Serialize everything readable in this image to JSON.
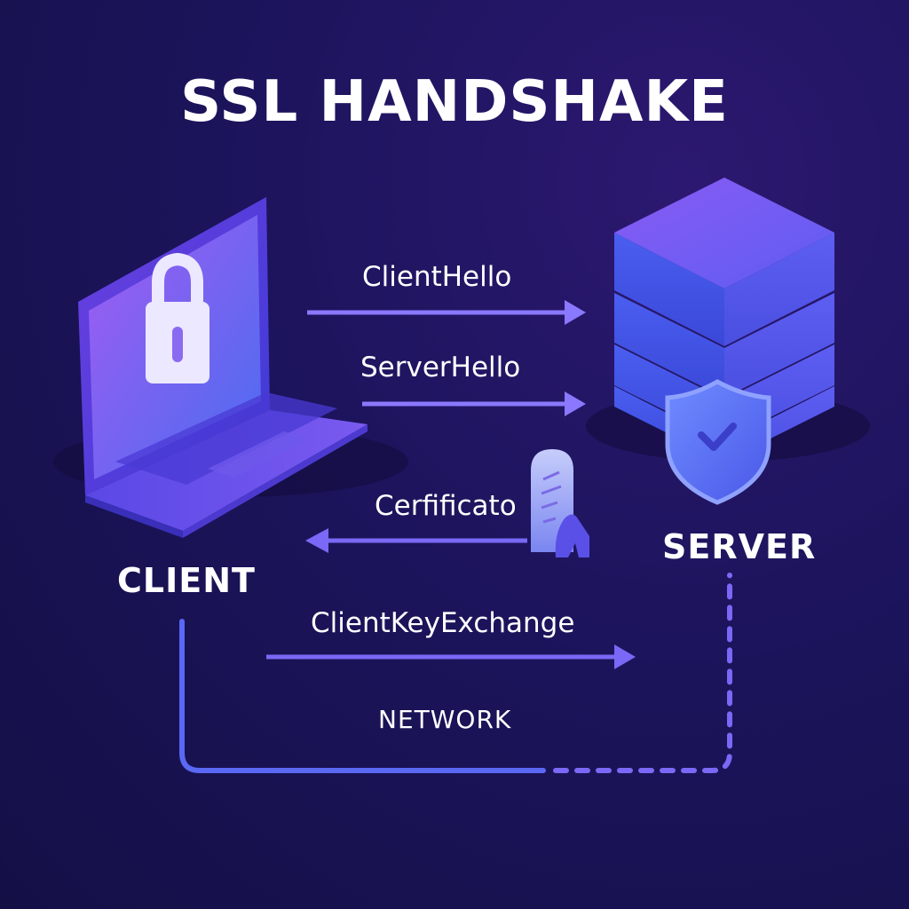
{
  "title": "SSL HANDSHAKE",
  "nodes": {
    "client": "CLIENT",
    "server": "SERVER"
  },
  "messages": {
    "client_hello": "ClientHello",
    "server_hello": "ServerHello",
    "certificate": "Cerfificato",
    "client_key_exchange": "ClientKeyExchange",
    "network": "NETWORK"
  },
  "icons": [
    "laptop-icon",
    "padlock-icon",
    "server-stack-icon",
    "shield-check-icon",
    "certificate-icon"
  ],
  "colors": {
    "background": "#1c145c",
    "accent": "#6e5cf0",
    "arrow": "#8a78ff",
    "text": "#ffffff"
  }
}
